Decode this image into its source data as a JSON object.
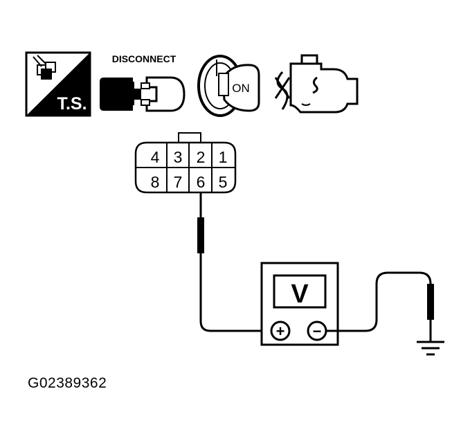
{
  "icons": {
    "ts_label": "T.S.",
    "disconnect_label": "DISCONNECT",
    "ignition_label": "ON"
  },
  "connector": {
    "pins_top": [
      "4",
      "3",
      "2",
      "1"
    ],
    "pins_bottom": [
      "8",
      "7",
      "6",
      "5"
    ]
  },
  "meter": {
    "label": "V",
    "positive_symbol": "+",
    "negative_symbol": "−"
  },
  "figure_id": "G02389362"
}
